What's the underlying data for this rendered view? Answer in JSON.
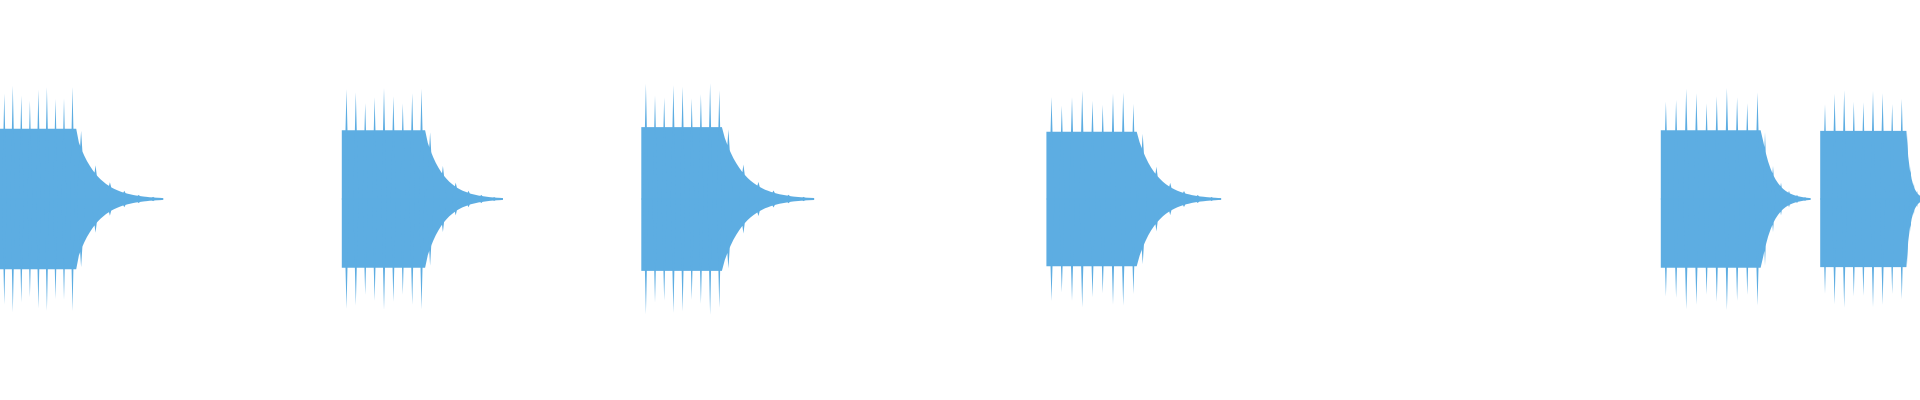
{
  "waveform": {
    "color": "#5dade2",
    "background": "#ffffff"
  },
  "chart_data": {
    "type": "waveform",
    "title": "",
    "xlabel": "",
    "ylabel": "",
    "ylim": [
      -1,
      1
    ],
    "grid": false,
    "bursts": [
      {
        "name": "",
        "start": 0.0,
        "sustain": 0.04,
        "decay": 0.045,
        "peak": 0.93,
        "cycles": 9
      },
      {
        "name": "",
        "start": 0.178,
        "sustain": 0.044,
        "decay": 0.04,
        "peak": 0.91,
        "cycles": 9
      },
      {
        "name": "",
        "start": 0.334,
        "sustain": 0.043,
        "decay": 0.047,
        "peak": 0.95,
        "cycles": 9
      },
      {
        "name": "",
        "start": 0.545,
        "sustain": 0.048,
        "decay": 0.043,
        "peak": 0.89,
        "cycles": 9
      },
      {
        "name": "",
        "start": 0.865,
        "sustain": 0.053,
        "decay": 0.025,
        "peak": 0.91,
        "cycles": 10
      },
      {
        "name": "",
        "start": 0.948,
        "sustain": 0.045,
        "decay": 0.01,
        "peak": 0.9,
        "cycles": 9
      }
    ]
  }
}
